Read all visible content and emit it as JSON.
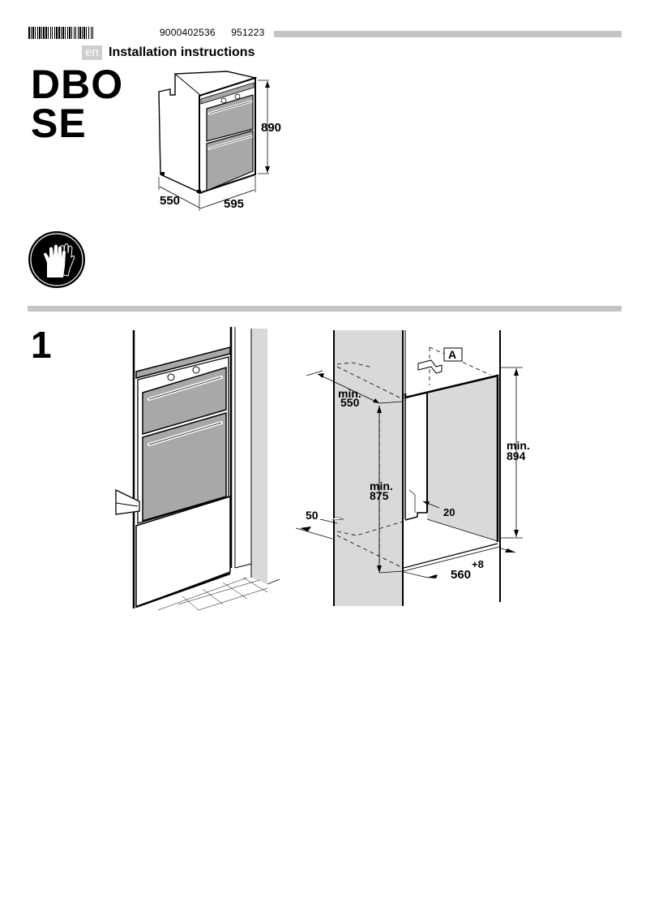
{
  "header": {
    "barcode_icon": "barcode",
    "part_number": "9000402536",
    "date_code": "951223",
    "language_badge": "en",
    "document_title": "Installation instructions"
  },
  "model": {
    "line1": "DBO",
    "line2": "SE"
  },
  "appliance_dimensions": {
    "height": "890",
    "depth": "550",
    "width": "595"
  },
  "safety": {
    "icon": "gloves-icon",
    "meaning": "Wear protective gloves"
  },
  "step1": {
    "number": "1",
    "niche_dimensions": {
      "depth_label": "min.",
      "depth_value": "550",
      "height_inner_label": "min.",
      "height_inner_value": "875",
      "height_outer_label": "min.",
      "height_outer_value": "894",
      "ventilation_gap": "50",
      "rear_gap": "20",
      "width_value": "560",
      "width_tolerance": "+8",
      "bracket_label": "A"
    }
  },
  "colors": {
    "band_gray": "#c4c4c4",
    "panel_gray": "#d9d9d9",
    "oven_door_gray": "#a8a8a8",
    "badge_gray": "#cfcfcf"
  }
}
